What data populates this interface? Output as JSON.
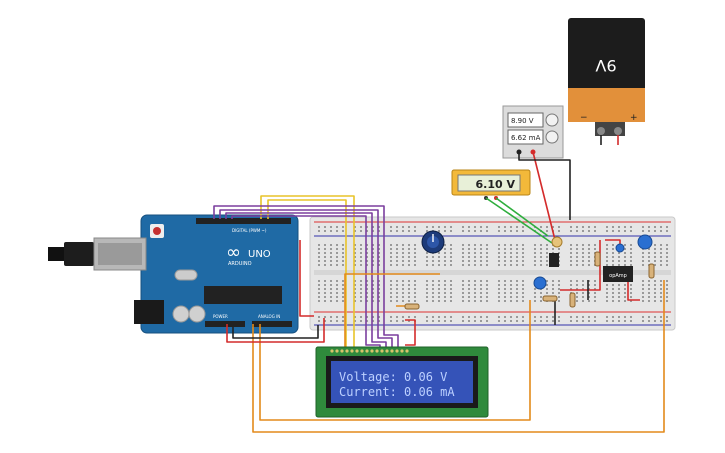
{
  "arduino": {
    "logo": "∞",
    "model": "UNO",
    "brand": "ARDUINO",
    "digital_label": "DIGITAL (PWM ~)",
    "power_label": "POWER",
    "analog_label": "ANALOG IN"
  },
  "battery": {
    "label": "9V",
    "minus": "−",
    "plus": "+"
  },
  "power_supply": {
    "voltage": "8.90 V",
    "current": "6.62 mA"
  },
  "voltmeter": {
    "reading": "6.10 V"
  },
  "lcd": {
    "line1": "Voltage: 0.06 V",
    "line2": "Current: 0.06 mA"
  },
  "opamp": {
    "label": "opAmp"
  },
  "colors": {
    "board": "#1f6aa5",
    "lcd_pcb": "#2f8a3c",
    "lcd_screen": "#3553b8",
    "lcd_text": "#bcd0ff",
    "wire_yellow": "#e8c42a",
    "wire_purple": "#7b3f9e",
    "wire_orange": "#e38a1b",
    "wire_red": "#d42b2b",
    "wire_green": "#2fae3e",
    "wire_black": "#222222"
  }
}
